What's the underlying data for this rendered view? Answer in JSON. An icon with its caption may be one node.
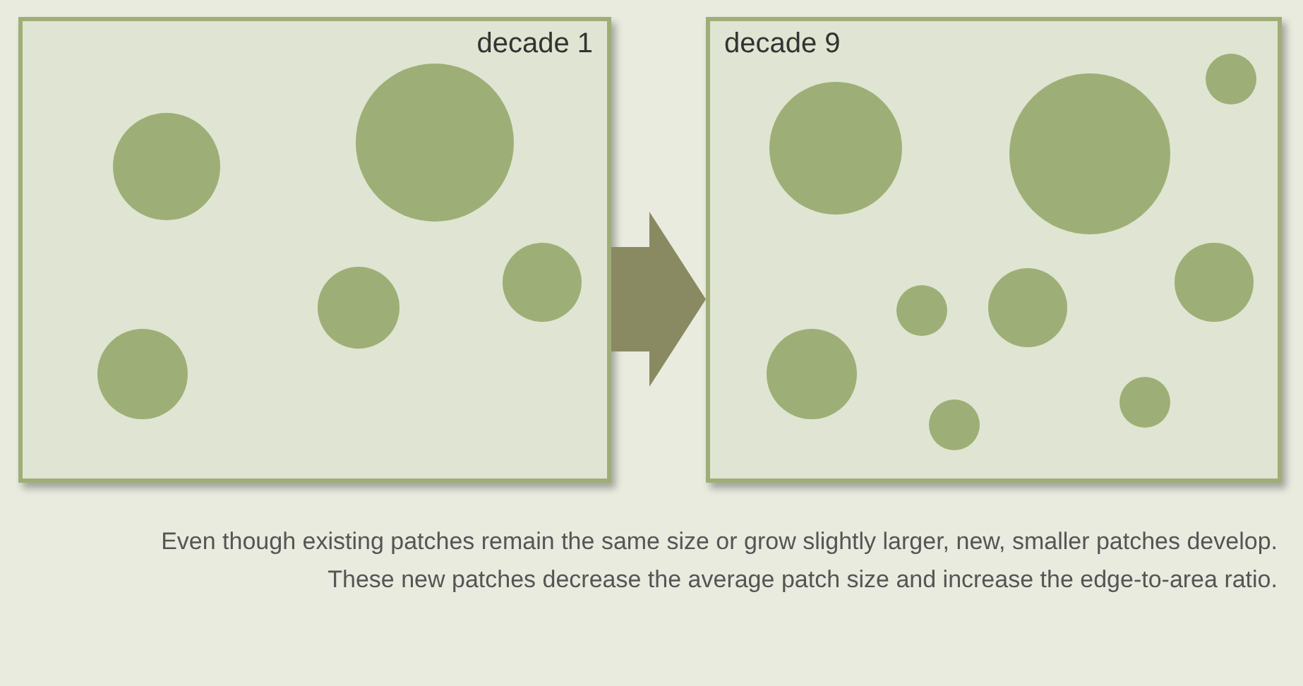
{
  "diagram": {
    "caption": "Even though existing patches remain the same size or grow slightly larger, new, smaller patches develop. These new patches decrease the average patch size and increase the edge-to-area ratio.",
    "nodes": [
      {
        "text": [
          "decade 1"
        ]
      },
      {
        "text": [
          "decade 9"
        ]
      }
    ],
    "edges": [
      {
        "from": 0,
        "to": 1,
        "arrow": "to"
      }
    ]
  }
}
